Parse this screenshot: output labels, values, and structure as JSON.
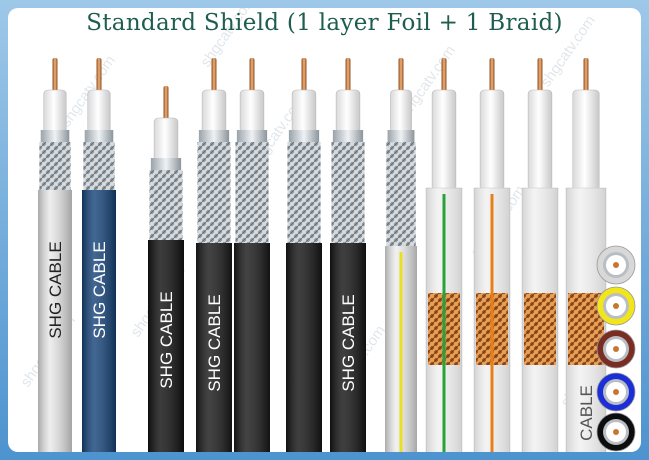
{
  "title": "Standard  Shield (1 layer Foil + 1 Braid)",
  "cable_label": "SHG CABLE",
  "cable_label_short": "CABLE",
  "watermark": "shgcatv.com",
  "colors": {
    "frame_top": "#9ec8e8",
    "frame_bottom": "#4d93cf",
    "title": "#1f5e4e",
    "braid_copper": "#c8772f",
    "braid_silver": "#a9b0b6"
  },
  "cables": [
    {
      "jacket": "#e9e9e9",
      "label_color": "#222222",
      "braid": "silver",
      "stripe": "",
      "label": true
    },
    {
      "jacket": "#17457a",
      "label_color": "#ffffff",
      "braid": "silver",
      "stripe": "",
      "label": true
    },
    {
      "jacket": "#111111",
      "label_color": "#ffffff",
      "braid": "silver",
      "stripe": "",
      "label": true
    },
    {
      "jacket": "#1a1a1a",
      "label_color": "#ffffff",
      "braid": "silver",
      "stripe": "",
      "label": true
    },
    {
      "jacket": "#1a1a1a",
      "label_color": "#ffffff",
      "braid": "silver",
      "stripe": "",
      "label": false
    },
    {
      "jacket": "#151515",
      "label_color": "#ffffff",
      "braid": "silver",
      "stripe": "",
      "label": false
    },
    {
      "jacket": "#151515",
      "label_color": "#ffffff",
      "braid": "silver",
      "stripe": "",
      "label": true
    },
    {
      "jacket": "#eeeeee",
      "label_color": "#222222",
      "braid": "silver",
      "stripe": "#e8e020",
      "label": false
    },
    {
      "jacket": "#f2f2f2",
      "label_color": "#222222",
      "braid": "copper",
      "stripe": "#27a33a",
      "label": false
    },
    {
      "jacket": "#f2f2f2",
      "label_color": "#222222",
      "braid": "copper",
      "stripe": "#e8801a",
      "label": false
    },
    {
      "jacket": "#f2f2f2",
      "label_color": "#222222",
      "braid": "copper",
      "stripe": "",
      "label": false
    },
    {
      "jacket": "#f2f2f2",
      "label_color": "#555555",
      "braid": "copper",
      "stripe": "",
      "label": false
    }
  ],
  "cross_sections": [
    {
      "ring": "#d8d8d8"
    },
    {
      "ring": "#f2e51a"
    },
    {
      "ring": "#7a2e23"
    },
    {
      "ring": "#1c2fd6"
    },
    {
      "ring": "#0d0d0d"
    }
  ]
}
